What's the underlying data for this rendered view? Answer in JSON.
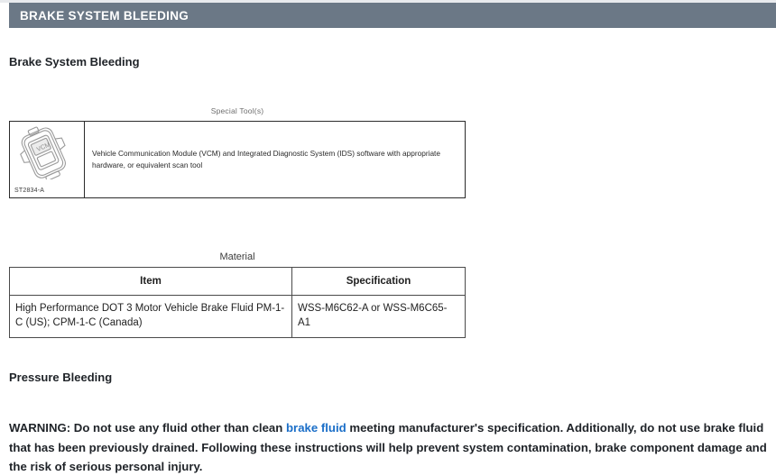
{
  "header": {
    "title": "BRAKE SYSTEM BLEEDING",
    "bar_color": "#6b7886",
    "text_color": "#ffffff"
  },
  "page": {
    "heading": "Brake System Bleeding",
    "sub_heading": "Pressure Bleeding"
  },
  "special_tools": {
    "caption": "Special Tool(s)",
    "part_number": "ST2834-A",
    "description": "Vehicle Communication Module (VCM) and Integrated Diagnostic System (IDS) software with appropriate hardware, or equivalent scan tool",
    "image_label": "VCM",
    "icon": "vcm-tool-illustration"
  },
  "material": {
    "caption": "Material",
    "columns": [
      "Item",
      "Specification"
    ],
    "rows": [
      {
        "item": "High Performance DOT 3 Motor Vehicle Brake Fluid PM-1-C (US); CPM-1-C (Canada)",
        "specification": "WSS-M6C62-A or WSS-M6C65-A1"
      }
    ]
  },
  "warning": {
    "prefix": "WARNING: Do not use any fluid other than clean ",
    "link_text": "brake fluid",
    "link_color": "#1a6ec8",
    "suffix": " meeting manufacturer's specification. Additionally, do not use brake fluid that has been previously drained. Following these instructions will help prevent system contamination, brake component damage and the risk of serious personal injury."
  }
}
